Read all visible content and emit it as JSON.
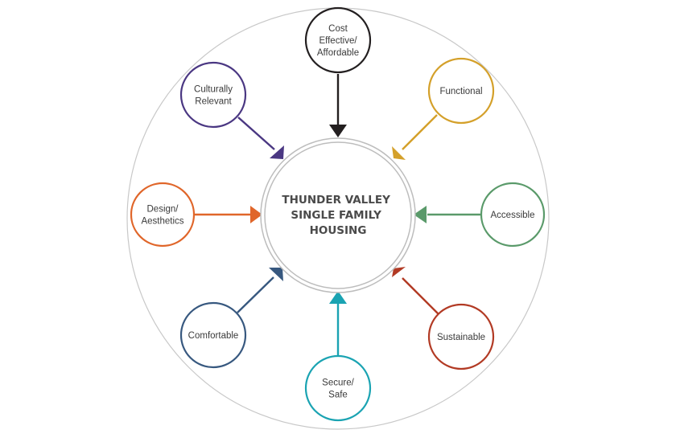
{
  "center": {
    "lines": [
      "THUNDER VALLEY",
      "SINGLE FAMILY",
      "HOUSING"
    ]
  },
  "nodes": [
    {
      "id": "cost",
      "lines": [
        "Cost",
        "Effective/",
        "Affordable"
      ],
      "color": "#231f20"
    },
    {
      "id": "functional",
      "lines": [
        "Functional"
      ],
      "color": "#d4a02a"
    },
    {
      "id": "accessible",
      "lines": [
        "Accessible"
      ],
      "color": "#5a9a6a"
    },
    {
      "id": "sustainable",
      "lines": [
        "Sustainable"
      ],
      "color": "#b23a24"
    },
    {
      "id": "secure",
      "lines": [
        "Secure/",
        "Safe"
      ],
      "color": "#1aa3b2"
    },
    {
      "id": "comfortable",
      "lines": [
        "Comfortable"
      ],
      "color": "#37587f"
    },
    {
      "id": "design",
      "lines": [
        "Design/",
        "Aesthetics"
      ],
      "color": "#e0662a"
    },
    {
      "id": "culturally",
      "lines": [
        "Culturally",
        "Relevant"
      ],
      "color": "#4a3782"
    }
  ]
}
